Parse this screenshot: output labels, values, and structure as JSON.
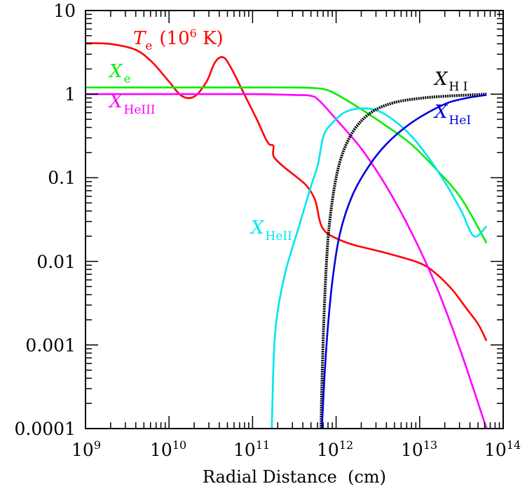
{
  "chart_data": {
    "type": "line",
    "title": "",
    "xlabel": "Radial Distance  (cm)",
    "ylabel": "",
    "xscale": "log",
    "yscale": "log",
    "xlim": [
      1000000000.0,
      100000000000000.0
    ],
    "ylim": [
      0.0001,
      10
    ],
    "x_ticks": [
      {
        "base": "10",
        "exp": "9"
      },
      {
        "base": "10",
        "exp": "10"
      },
      {
        "base": "10",
        "exp": "11"
      },
      {
        "base": "10",
        "exp": "12"
      },
      {
        "base": "10",
        "exp": "13"
      },
      {
        "base": "10",
        "exp": "14"
      }
    ],
    "y_ticks": [
      "10",
      "1",
      "0.1",
      "0.01",
      "0.001",
      "0.0001"
    ],
    "grid": false,
    "legend": "inline labels",
    "series": [
      {
        "name": "T_e (10^6 K)",
        "color": "#ff0000",
        "label": {
          "main": "T",
          "sub": "e",
          "suffix": "(10",
          "sup": "6",
          "tail": " K)"
        },
        "log_x": [
          9.0,
          9.3,
          9.6,
          9.8,
          10.0,
          10.15,
          10.3,
          10.45,
          10.55,
          10.65,
          10.75,
          10.9,
          11.05,
          11.15,
          11.2,
          11.25,
          11.25,
          11.35,
          11.5,
          11.65,
          11.75,
          11.8,
          11.85,
          11.95,
          12.2,
          12.6,
          13.0,
          13.2,
          13.4,
          13.55,
          13.7,
          13.8
        ],
        "log_y": [
          0.61,
          0.6,
          0.53,
          0.38,
          0.15,
          -0.02,
          -0.03,
          0.15,
          0.38,
          0.44,
          0.3,
          0.0,
          -0.3,
          -0.52,
          -0.6,
          -0.62,
          -0.74,
          -0.85,
          -0.97,
          -1.1,
          -1.27,
          -1.5,
          -1.62,
          -1.7,
          -1.8,
          -1.9,
          -2.02,
          -2.15,
          -2.35,
          -2.55,
          -2.75,
          -2.95
        ]
      },
      {
        "name": "X_e",
        "color": "#00ee00",
        "label": {
          "main": "X",
          "sub": "e"
        },
        "log_x": [
          9.0,
          10.0,
          11.0,
          11.5,
          11.7,
          11.85,
          12.0,
          12.3,
          12.6,
          12.9,
          13.2,
          13.5,
          13.8
        ],
        "log_y": [
          0.08,
          0.08,
          0.08,
          0.08,
          0.075,
          0.06,
          0.0,
          -0.18,
          -0.38,
          -0.6,
          -0.9,
          -1.25,
          -1.78
        ]
      },
      {
        "name": "X_HeIII",
        "color": "#ff00ff",
        "label": {
          "main": "X",
          "sub": "HeIII"
        },
        "log_x": [
          9.0,
          10.0,
          11.0,
          11.5,
          11.7,
          11.8,
          12.0,
          12.3,
          12.6,
          12.9,
          13.2,
          13.5,
          13.8
        ],
        "log_y": [
          0.0,
          0.0,
          0.0,
          -0.01,
          -0.02,
          -0.08,
          -0.3,
          -0.65,
          -1.1,
          -1.65,
          -2.3,
          -3.1,
          -4.0
        ]
      },
      {
        "name": "X_HeII",
        "color": "#00e5ee",
        "label": {
          "main": "X",
          "sub": "HeII"
        },
        "log_x": [
          11.23,
          11.24,
          11.26,
          11.3,
          11.4,
          11.55,
          11.7,
          11.78,
          11.85,
          11.95,
          12.1,
          12.3,
          12.5,
          12.7,
          12.9,
          13.1,
          13.3,
          13.5,
          13.65,
          13.8
        ],
        "log_y": [
          -4.0,
          -3.6,
          -3.0,
          -2.6,
          -2.1,
          -1.6,
          -1.1,
          -0.85,
          -0.5,
          -0.35,
          -0.22,
          -0.17,
          -0.2,
          -0.32,
          -0.5,
          -0.75,
          -1.05,
          -1.4,
          -1.7,
          -1.58
        ]
      },
      {
        "name": "X_HI",
        "color": "#000000",
        "style": "dotted",
        "label": {
          "main": "X",
          "sub": "H I"
        },
        "log_x": [
          11.82,
          11.83,
          11.85,
          11.88,
          11.92,
          12.0,
          12.1,
          12.25,
          12.45,
          12.7,
          13.0,
          13.3,
          13.6,
          13.8
        ],
        "log_y": [
          -4.0,
          -3.5,
          -2.8,
          -2.1,
          -1.55,
          -1.0,
          -0.65,
          -0.38,
          -0.2,
          -0.1,
          -0.05,
          -0.025,
          -0.01,
          0.0
        ]
      },
      {
        "name": "X_HeI",
        "color": "#0000dd",
        "label": {
          "main": "X",
          "sub": "HeI"
        },
        "log_x": [
          11.83,
          11.86,
          11.9,
          11.96,
          12.05,
          12.2,
          12.4,
          12.6,
          12.85,
          13.1,
          13.35,
          13.6,
          13.8
        ],
        "log_y": [
          -4.0,
          -3.4,
          -2.8,
          -2.2,
          -1.65,
          -1.2,
          -0.85,
          -0.6,
          -0.38,
          -0.22,
          -0.1,
          -0.04,
          -0.01
        ]
      }
    ]
  }
}
